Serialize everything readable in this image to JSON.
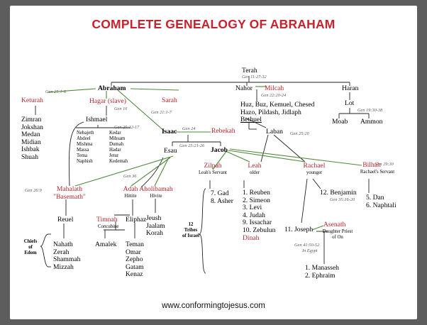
{
  "title": "COMPLETE GENEALOGY OF ABRAHAM",
  "footer": "www.conformingtojesus.com",
  "colors": {
    "male": "#000000",
    "female": "#b5262e",
    "covenant_line": "#4e8a3a",
    "line": "#222222"
  },
  "people": {
    "terah": "Terah",
    "abraham": "Abraham",
    "nahor": "Nahor",
    "milcah": "Milcah",
    "haran": "Haran",
    "keturah": "Keturah",
    "hagar": "Hagar (slave)",
    "sarah": "Sarah",
    "lot": "Lot",
    "ishmael": "Ishmael",
    "isaac": "Isaac",
    "rebekah": "Rebekah",
    "laban": "Laban",
    "bethuel": "Bethuel",
    "moab": "Moab",
    "ammon": "Ammon",
    "esau": "Esau",
    "jacob": "Jacob",
    "mahalath": "Mahalath",
    "basemath": "\"Basemath\"",
    "adah": "Adah",
    "adah_note": "Hittite",
    "aholibamah": "Aholibamah",
    "aholibamah_note": "Hivite",
    "zilpah": "Zilpah",
    "zilpah_note": "Leah's Servant",
    "leah": "Leah",
    "leah_note": "older",
    "rachael": "Rachael",
    "rachael_note": "younger",
    "bilhah": "Bilhah",
    "bilhah_note": "Rachael's Servant",
    "reuel": "Reuel",
    "timnah": "Timnah",
    "timnah_note": "Concubine",
    "eliphaz": "Eliphaz",
    "amalek": "Amalek",
    "joseph": "11. Joseph",
    "asenath": "Asenath",
    "asenath_note1": "Daughter Priest",
    "asenath_note2": "of On",
    "benjamin": "12. Benjamin",
    "dinah": "Dinah"
  },
  "lists": {
    "keturah_sons": [
      "Zimran",
      "Jokshan",
      "Medan",
      "Midian",
      "Ishbak",
      "Shuah"
    ],
    "ishmael_sons_a": [
      "Nebajeth",
      "Abdeel",
      "Mishma",
      "Massa",
      "Tema",
      "Naphish"
    ],
    "ishmael_sons_b": [
      "Kedar",
      "Mibsam",
      "Dumah",
      "Hadar",
      "Jetur",
      "Kedemah"
    ],
    "nahor_sons": [
      "Huz, Buz, Kemuel, Chesed",
      "Hazo, Pildash, Jidlaph"
    ],
    "reuel_sons": [
      "Nahath",
      "Zerah",
      "Shammah",
      "Mizzah"
    ],
    "eliphaz_sons": [
      "Teman",
      "Omar",
      "Zepho",
      "Gatam",
      "Kenaz"
    ],
    "aholibamah_sons": [
      "Jeush",
      "Jaalam",
      "Korah"
    ],
    "zilpah_sons": [
      "7. Gad",
      "8. Asher"
    ],
    "leah_sons": [
      "1. Reuben",
      "2. Simeon",
      "3. Levi",
      "4. Judah",
      "9. Issachar",
      "10. Zebulun"
    ],
    "bilhah_sons": [
      "5. Dan",
      "6. Naphtali"
    ],
    "joseph_sons": [
      "1.  Manasseh",
      "2.  Ephraim"
    ]
  },
  "labels": {
    "chiefs": [
      "Chiefs",
      "of",
      "Edom"
    ],
    "tribes": [
      "12",
      "Tribes",
      "of Israel"
    ],
    "in_egypt": "In Egypt"
  },
  "refs": {
    "terah": "Gen 11:27-32",
    "keturah": "Gen 25:1-6",
    "hagar": "Gen 16",
    "sarah": "Gen 21:1-7",
    "milcah": "Gen 22:20-24",
    "lot": "Gen 19:30-38",
    "ishmael": "Gen 25:12-17",
    "isaac": "Gen 24",
    "laban": "Gen 25:20",
    "esau_jacob": "Gen 25:21-26",
    "wives": "Gen 29:30",
    "mahalath": "Gen 26:9",
    "esau_wives": "Gen 36",
    "benjamin": "Gen 35:16-20",
    "joseph": "Gen 41:50-52"
  }
}
